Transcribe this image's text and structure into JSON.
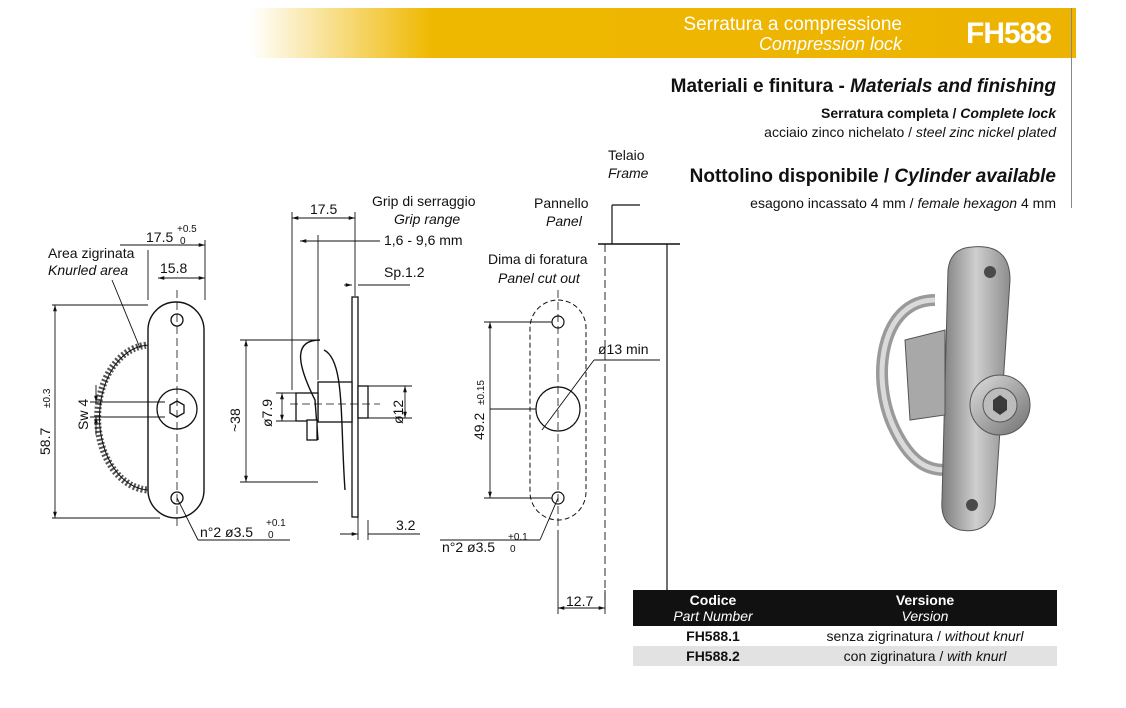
{
  "header": {
    "title_it": "Serratura a compressione",
    "title_en": "Compression lock",
    "code": "FH588"
  },
  "materials": {
    "heading_it": "Materiali e finitura - ",
    "heading_en": "Materials and finishing",
    "sub_it": "Serratura completa / ",
    "sub_en": "Complete lock",
    "desc_it": "acciaio zinco nichelato / ",
    "desc_en": "steel zinc nickel plated"
  },
  "cylinder": {
    "heading_it": "Nottolino disponibile / ",
    "heading_en": "Cylinder available",
    "desc_it": "esagono incassato 4 mm / ",
    "desc_en_italic": "female hexagon",
    "desc_en_tail": " 4 mm"
  },
  "drawing": {
    "knurled_it": "Area zigrinata",
    "knurled_en": "Knurled area",
    "dim_17_5": "17.5",
    "tol_0_5": "+0.5",
    "tol_0": "0",
    "dim_15_8": "15.8",
    "dim_58": "58.7",
    "tol_0_3": "±0.3",
    "sw4": "Sw 4",
    "holes_left": "n°2  ø3.5",
    "tol_0_1": "+0.1",
    "dim_side_17_5": "17.5",
    "grip_it": "Grip di serraggio",
    "grip_en": "Grip range",
    "grip_range": "1,6 - 9,6 mm",
    "sp": "Sp.1.2",
    "dim_38": "~38",
    "dim_7_9": "ø7.9",
    "dim_12": "ø12",
    "dim_3_2": "3.2",
    "frame_it": "Telaio",
    "frame_en": "Frame",
    "panel_it": "Pannello",
    "panel_en": "Panel",
    "cutout_it": "Dima di foratura",
    "cutout_en": "Panel cut out",
    "dim_13": "ø13 min",
    "dim_49_2": "49.2",
    "tol_0_15": "±0.15",
    "holes_cut": "n°2  ø3.5",
    "dim_12_7": "12.7"
  },
  "table": {
    "col1_it": "Codice",
    "col1_en": "Part Number",
    "col2_it": "Versione",
    "col2_en": "Version",
    "rows": [
      {
        "code": "FH588.1",
        "ver_it": "senza zigrinatura / ",
        "ver_en": "without knurl"
      },
      {
        "code": "FH588.2",
        "ver_it": "con zigrinatura / ",
        "ver_en": "with knurl"
      }
    ]
  }
}
